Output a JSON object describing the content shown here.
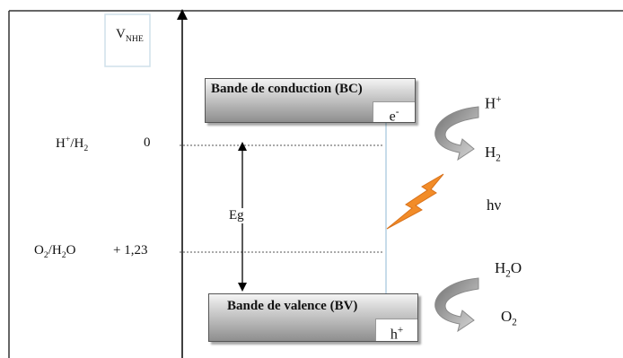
{
  "axis_label": {
    "main": "V",
    "sub": "NHE"
  },
  "levels": {
    "h_couple": {
      "a": "H",
      "a_sup": "+",
      "slash": "/H",
      "b_sub": "2"
    },
    "h_value": "0",
    "o_couple": {
      "a": "O",
      "a_sub": "2",
      "slash": "/H",
      "b_sub": "2",
      "c": "O"
    },
    "o_value": "+ 1,23"
  },
  "conduction_band": {
    "title": "Bande de conduction (BC)",
    "carrier": "e",
    "carrier_sup": "-"
  },
  "valence_band": {
    "title": "Bande de valence (BV)",
    "carrier": "h",
    "carrier_sup": "+"
  },
  "gap_label": "Eg",
  "reduction": {
    "reactant": "H",
    "reactant_sup": "+",
    "product": "H",
    "product_sub": "2"
  },
  "light": "hν",
  "oxidation": {
    "reactant_a": "H",
    "reactant_sub": "2",
    "reactant_b": "O",
    "product": "O",
    "product_sub": "2"
  },
  "colors": {
    "lightning": "#f28c28",
    "band_dark": "#8e8e8e",
    "arrow_gray": "#9a9a9a",
    "axis": "#000000"
  }
}
